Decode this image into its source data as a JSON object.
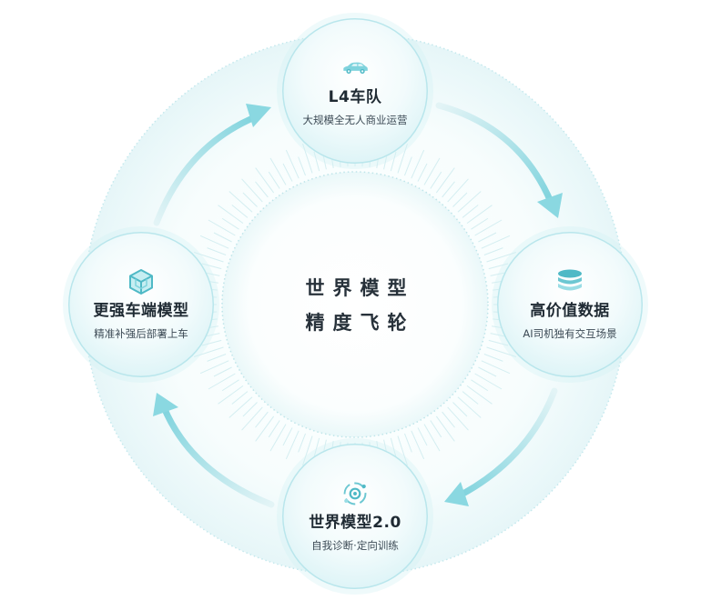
{
  "center": {
    "line1": "世界模型",
    "line2": "精度飞轮"
  },
  "nodes": {
    "top": {
      "title": "L4车队",
      "subtitle": "大规模全无人商业运营",
      "icon": "car-icon"
    },
    "right": {
      "title": "高价值数据",
      "subtitle": "AI司机独有交互场景",
      "icon": "database-icon"
    },
    "bottom": {
      "title": "世界模型2.0",
      "subtitle": "自我诊断·定向训练",
      "icon": "orbit-icon"
    },
    "left": {
      "title": "更强车端模型",
      "subtitle": "精准补强后部署上车",
      "icon": "cube-icon"
    }
  },
  "colors": {
    "accent": "#5ccbd6",
    "accent_light": "#d6f2f5",
    "text_dark": "#1f2a33"
  }
}
